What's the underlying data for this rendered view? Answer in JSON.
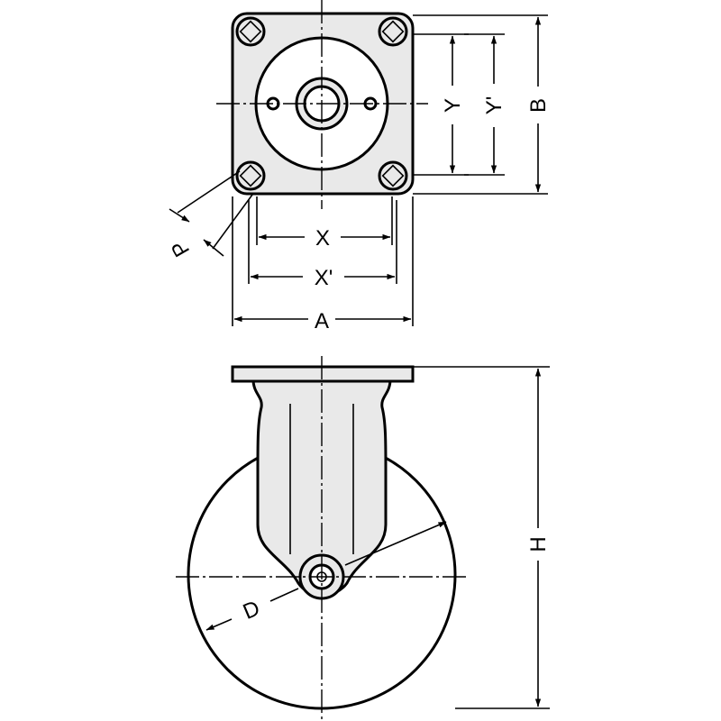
{
  "drawing": {
    "labels": {
      "A": "A",
      "B": "B",
      "X": "X",
      "X_prime": "X'",
      "Y": "Y",
      "Y_prime": "Y'",
      "P": "P",
      "D": "D",
      "H": "H"
    }
  }
}
